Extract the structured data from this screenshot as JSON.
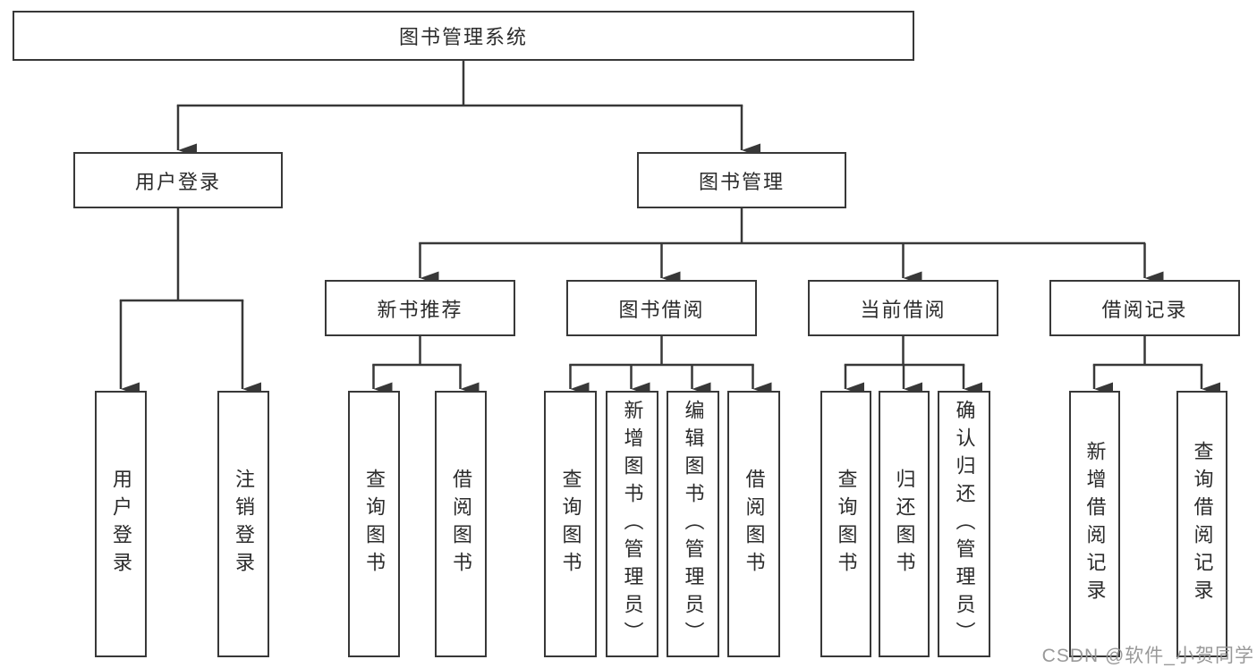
{
  "tree": {
    "root": "图书管理系统",
    "level2": [
      {
        "label": "用户登录"
      },
      {
        "label": "图书管理"
      }
    ],
    "level3": [
      {
        "label": "新书推荐"
      },
      {
        "label": "图书借阅"
      },
      {
        "label": "当前借阅"
      },
      {
        "label": "借阅记录"
      }
    ],
    "leaves": {
      "user_login": [
        "用户登录",
        "注销登录"
      ],
      "new_book": [
        "查询图书",
        "借阅图书"
      ],
      "borrow": [
        "查询图书",
        "新增图书（管理员）",
        "编辑图书（管理员）",
        "借阅图书"
      ],
      "current": [
        "查询图书",
        "归还图书",
        "确认归还（管理员）"
      ],
      "records": [
        "新增借阅记录",
        "查询借阅记录"
      ]
    }
  },
  "watermark": {
    "text": "CSDN @软件_小贺同学"
  },
  "colors": {
    "line": "#383838",
    "box_border": "#383838",
    "text": "#2b2b2b",
    "background": "#ffffff",
    "watermark": "#949494"
  }
}
